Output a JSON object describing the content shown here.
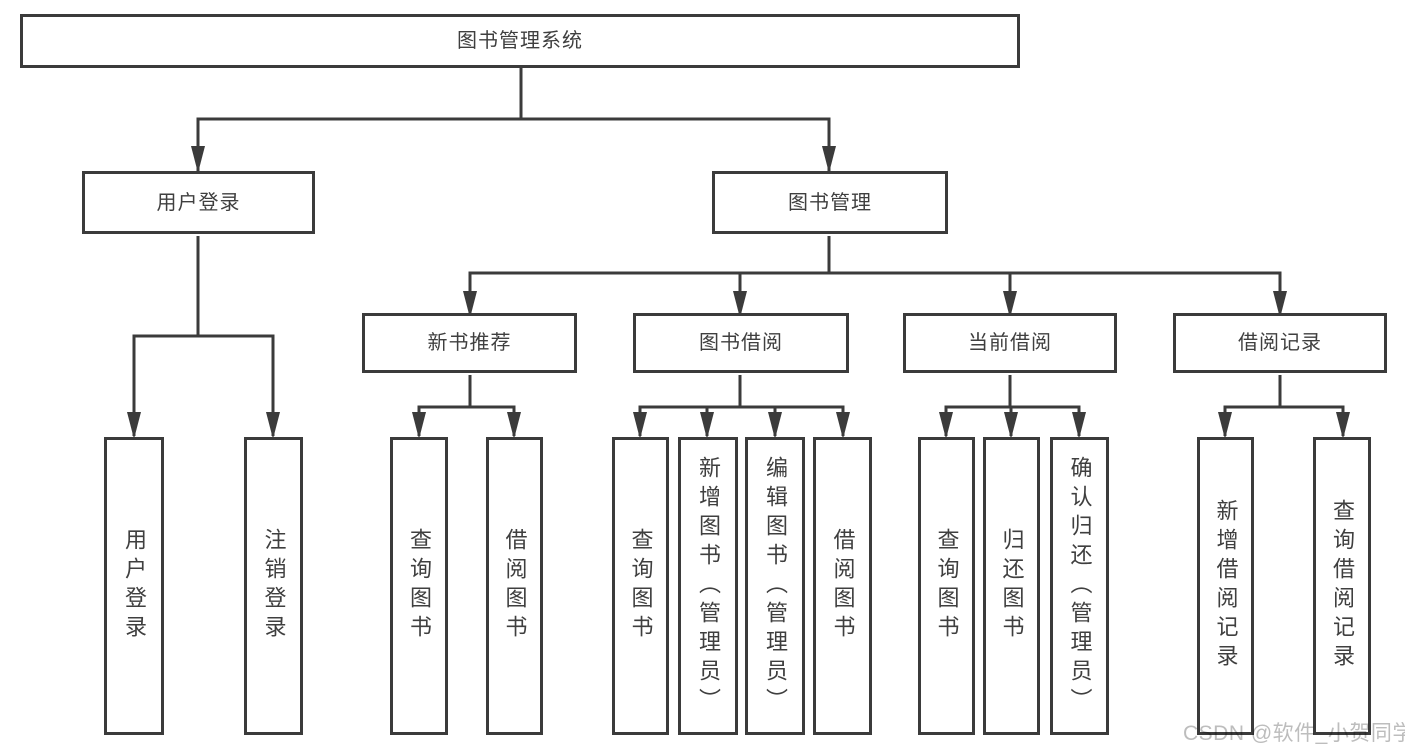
{
  "diagram": {
    "type": "tree-diagram",
    "colors": {
      "line": "#3b3b3b",
      "text": "#3f3f3f",
      "watermark": "#bdbdbd",
      "background": "#ffffff"
    },
    "tree": {
      "root": "图书管理系统",
      "children": [
        {
          "label": "用户登录",
          "children": [
            "用户登录",
            "注销登录"
          ]
        },
        {
          "label": "图书管理",
          "children": [
            {
              "label": "新书推荐",
              "children": [
                "查询图书",
                "借阅图书"
              ]
            },
            {
              "label": "图书借阅",
              "children": [
                "查询图书",
                "新增图书（管理员）",
                "编辑图书（管理员）",
                "借阅图书"
              ]
            },
            {
              "label": "当前借阅",
              "children": [
                "查询图书",
                "归还图书",
                "确认归还（管理员）"
              ]
            },
            {
              "label": "借阅记录",
              "children": [
                "新增借阅记录",
                "查询借阅记录"
              ]
            }
          ]
        }
      ]
    },
    "watermark": "CSDN @软件_小贺同学"
  }
}
